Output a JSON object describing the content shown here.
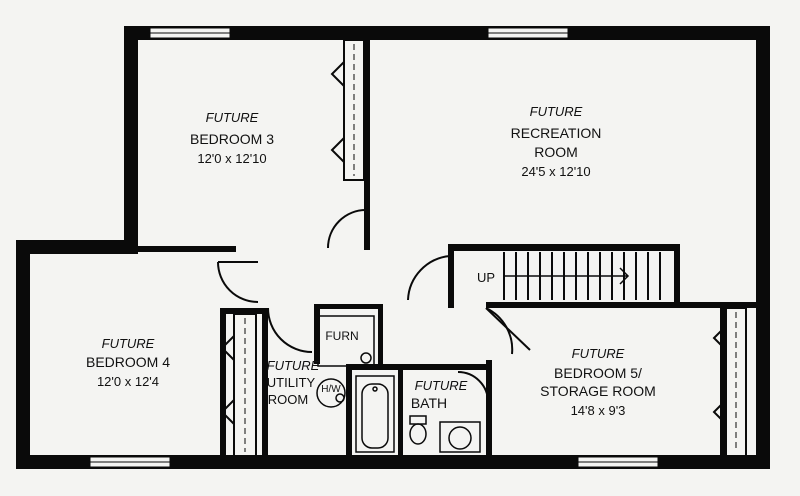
{
  "rooms": {
    "bedroom3": {
      "prefix": "FUTURE",
      "name": "BEDROOM 3",
      "dims": "12'0 x 12'10"
    },
    "recreation": {
      "prefix": "FUTURE",
      "name": "RECREATION",
      "name2": "ROOM",
      "dims": "24'5 x 12'10"
    },
    "bedroom4": {
      "prefix": "FUTURE",
      "name": "BEDROOM 4",
      "dims": "12'0 x 12'4"
    },
    "utility": {
      "prefix": "FUTURE",
      "name": "UTILITY",
      "name2": "ROOM"
    },
    "bath": {
      "prefix": "FUTURE",
      "name": "BATH"
    },
    "bedroom5": {
      "prefix": "FUTURE",
      "name": "BEDROOM 5/",
      "name2": "STORAGE ROOM",
      "dims": "14'8 x 9'3"
    }
  },
  "fixtures": {
    "furnace": "FURN",
    "water_heater": "H/W",
    "stairs": "UP"
  },
  "colors": {
    "wall": "#0a0a0a",
    "background": "#f4f4f2"
  }
}
